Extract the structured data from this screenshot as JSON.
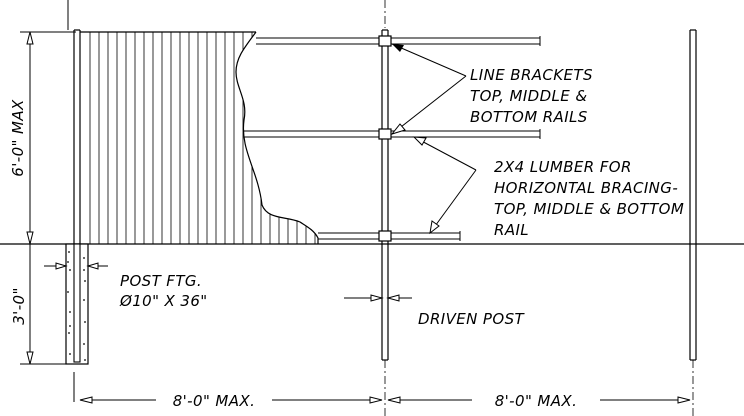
{
  "labels": {
    "line_brackets": [
      "LINE BRACKETS",
      "TOP, MIDDLE &",
      "BOTTOM RAILS"
    ],
    "lumber": [
      "2X4 LUMBER FOR",
      "HORIZONTAL BRACING-",
      "TOP, MIDDLE & BOTTOM",
      "RAIL"
    ],
    "post_footing": [
      "POST FTG.",
      "Ø10\" X 36\""
    ],
    "driven_post": "DRIVEN POST"
  },
  "dimensions": {
    "fence_height": "6'-0\" MAX",
    "footing_depth": "3'-0\"",
    "span_left": "8'-0\" MAX.",
    "span_right": "8'-0\" MAX."
  }
}
